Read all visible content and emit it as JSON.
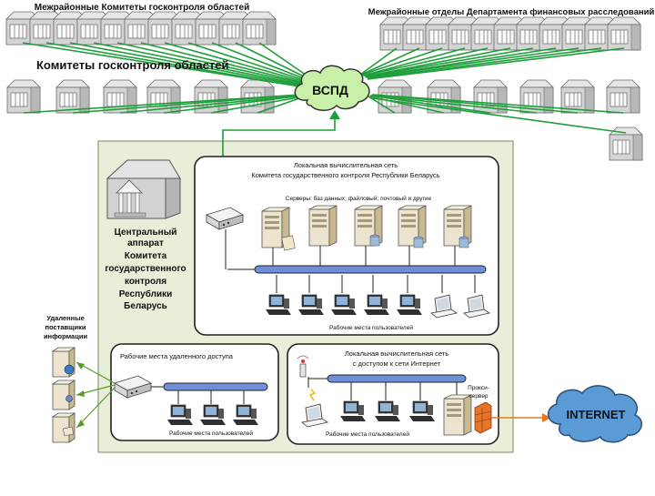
{
  "labels": {
    "top_left": "Межрайонные Комитеты госконтроля областей",
    "top_right": "Межрайонные отделы Департамента финансовых расследований",
    "regions": "Комитеты госконтроля областей",
    "vspd": "ВСПД",
    "central": [
      "Центральный",
      "аппарат",
      "Комитета",
      "государственного",
      "контроля",
      "Республики",
      "Беларусь"
    ],
    "lan_title": [
      "Локальная вычислительная сеть",
      "Комитета государственного контроля Республики Беларусь"
    ],
    "servers": "Серверы: баз данных; файловый; почтовый и другие",
    "workstations": "Рабочие места пользователей",
    "remote_title": "Рабочие места удаленного доступа",
    "remote_ws": "Рабочие места пользователей",
    "inet_lan_title": [
      "Локальная вычислительная сеть",
      "с доступом к сети Интернет"
    ],
    "inet_ws": "Рабочие места пользователей",
    "proxy": [
      "Прокси-",
      "сервер"
    ],
    "internet": "INTERNET",
    "providers": [
      "Удаленные",
      "поставщики",
      "информации"
    ]
  },
  "colors": {
    "link": "#1e9e3a",
    "orange": "#e07a20",
    "panel_bg": "#e9eed9",
    "panel_border": "#8a9a7a",
    "cloud_green": "#c8f0a8",
    "cloud_blue": "#5b9bd5",
    "bus": "#6f8fd8"
  }
}
